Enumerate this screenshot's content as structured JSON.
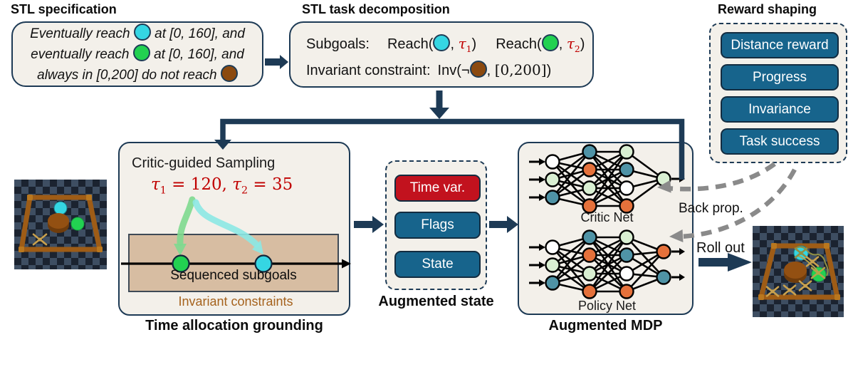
{
  "colors": {
    "navy": "#1d3a55",
    "cream": "#f3f0ea",
    "teal_pill": "#17648c",
    "red_pill": "#c2121e",
    "math_red": "#c00000",
    "band_tan": "#d7bda2",
    "brown_label": "#a5621d",
    "dot_cyan": "#35d6e3",
    "dot_green": "#22d151",
    "dot_brown": "#8b4a10",
    "arrow_gray": "#8a8a8a",
    "node_teal": "#4f93a6",
    "node_orange": "#e5713b",
    "node_green": "#d9efd2",
    "node_white": "#ffffff",
    "curve_green": "#7ed98f",
    "curve_cyan": "#8ce8e4"
  },
  "stl_specification": {
    "title": "STL specification",
    "lines": [
      [
        {
          "t": "Eventually reach "
        },
        {
          "dot": "dot_cyan"
        },
        {
          "t": " at [0, 160], and"
        }
      ],
      [
        {
          "t": "eventually reach "
        },
        {
          "dot": "dot_green"
        },
        {
          "t": " at [0, 160], and"
        }
      ],
      [
        {
          "t": "always in [0,200] do not reach "
        },
        {
          "dot": "dot_brown"
        }
      ]
    ]
  },
  "stl_decomposition": {
    "title": "STL task decomposition",
    "line1": [
      {
        "t": "Subgoals:"
      },
      {
        "sp": 25
      },
      {
        "t": "Reach("
      },
      {
        "dot": "dot_cyan"
      },
      {
        "t": ", "
      },
      {
        "tau": "1"
      },
      {
        "t": ")"
      },
      {
        "sp": 27
      },
      {
        "t": "Reach("
      },
      {
        "dot": "dot_green"
      },
      {
        "t": ", "
      },
      {
        "tau": "2"
      },
      {
        "t": ")"
      }
    ],
    "line2": [
      {
        "t": "Invariant constraint:"
      },
      {
        "sp": 10
      },
      {
        "t": "Inv(¬"
      },
      {
        "dot": "dot_brown"
      },
      {
        "t": ", "
      },
      {
        "serif": "[0,200]"
      },
      {
        "t": ")"
      }
    ]
  },
  "reward_shaping": {
    "title": "Reward shaping",
    "items": [
      "Distance reward",
      "Progress",
      "Invariance",
      "Task success"
    ]
  },
  "time_allocation": {
    "heading": "Critic-guided Sampling",
    "tau_line": [
      {
        "tau": "1"
      },
      {
        "sr": " = 120, "
      },
      {
        "tau": "2"
      },
      {
        "sr": " = 35"
      }
    ],
    "sequence": [
      "dot_green",
      "dot_cyan"
    ],
    "band_label": "Sequenced subgoals",
    "band_sublabel": "Invariant constraints",
    "caption": "Time allocation grounding"
  },
  "augmented_state": {
    "items": [
      {
        "label": "Time var.",
        "color": "red_pill"
      },
      {
        "label": "Flags",
        "color": "teal_pill"
      },
      {
        "label": "State",
        "color": "teal_pill"
      }
    ],
    "caption": "Augmented state"
  },
  "augmented_mdp": {
    "caption": "Augmented MDP",
    "critic": {
      "label": "Critic Net",
      "layers": [
        [
          "node_white",
          "node_green",
          "node_teal"
        ],
        [
          "node_teal",
          "node_orange",
          "node_green",
          "node_orange"
        ],
        [
          "node_green",
          "node_teal",
          "node_white",
          "node_orange"
        ],
        [
          "node_green"
        ]
      ]
    },
    "policy": {
      "label": "Policy Net",
      "layers": [
        [
          "node_white",
          "node_green",
          "node_teal"
        ],
        [
          "node_teal",
          "node_orange",
          "node_green",
          "node_orange"
        ],
        [
          "node_green",
          "node_teal",
          "node_white",
          "node_orange"
        ],
        [
          "node_orange",
          "node_teal"
        ]
      ]
    }
  },
  "annotations": {
    "back_prop": "Back prop.",
    "roll_out": "Roll out"
  },
  "sims": {
    "left": "ant-arena-initial-state",
    "right": "ant-arena-rollout"
  }
}
